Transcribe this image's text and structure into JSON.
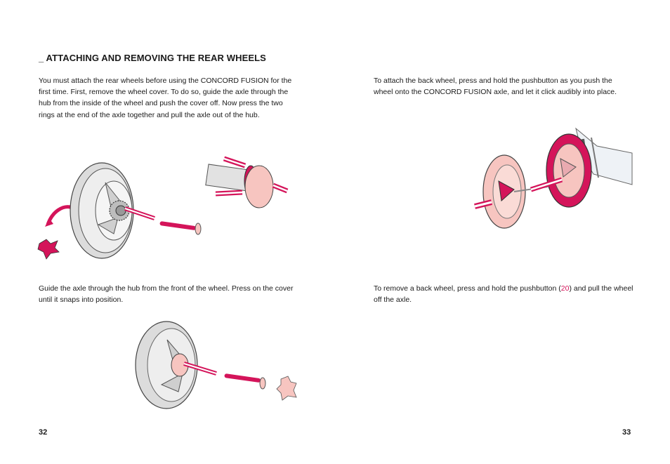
{
  "page": {
    "heading": "_ ATTACHING AND REMOVING THE REAR WHEELS",
    "left_page_number": "32",
    "right_page_number": "33"
  },
  "paragraphs": {
    "remove_cover": "You must attach the rear wheels before using the CONCORD FUSION for the first time. First, remove the wheel cover. To do so, guide the axle through the hub from the inside of the wheel and push the cover off. Now press the two rings at the end of the axle together and pull the axle out of the hub.",
    "attach_wheel": "To attach the back wheel, press and hold the pushbutton as you push the wheel onto the CONCORD FUSION axle, and let it click audibly into place.",
    "guide_axle": "Guide the axle through the hub from the front of the wheel. Press on the cover until it snaps into position.",
    "remove_before": "To remove a back wheel, press and hold the pushbutton (",
    "remove_ref": "20",
    "remove_after": ") and pull the wheel off the axle."
  },
  "colors": {
    "accent": "#d4145a",
    "accent_light": "#f7c5c0",
    "wheel_gray": "#d8d8d8",
    "line": "#333333"
  },
  "illustrations": [
    "wheel-cover-removal-illustration",
    "axle-ring-press-illustration",
    "attach-back-wheel-illustration",
    "guide-axle-illustration"
  ]
}
